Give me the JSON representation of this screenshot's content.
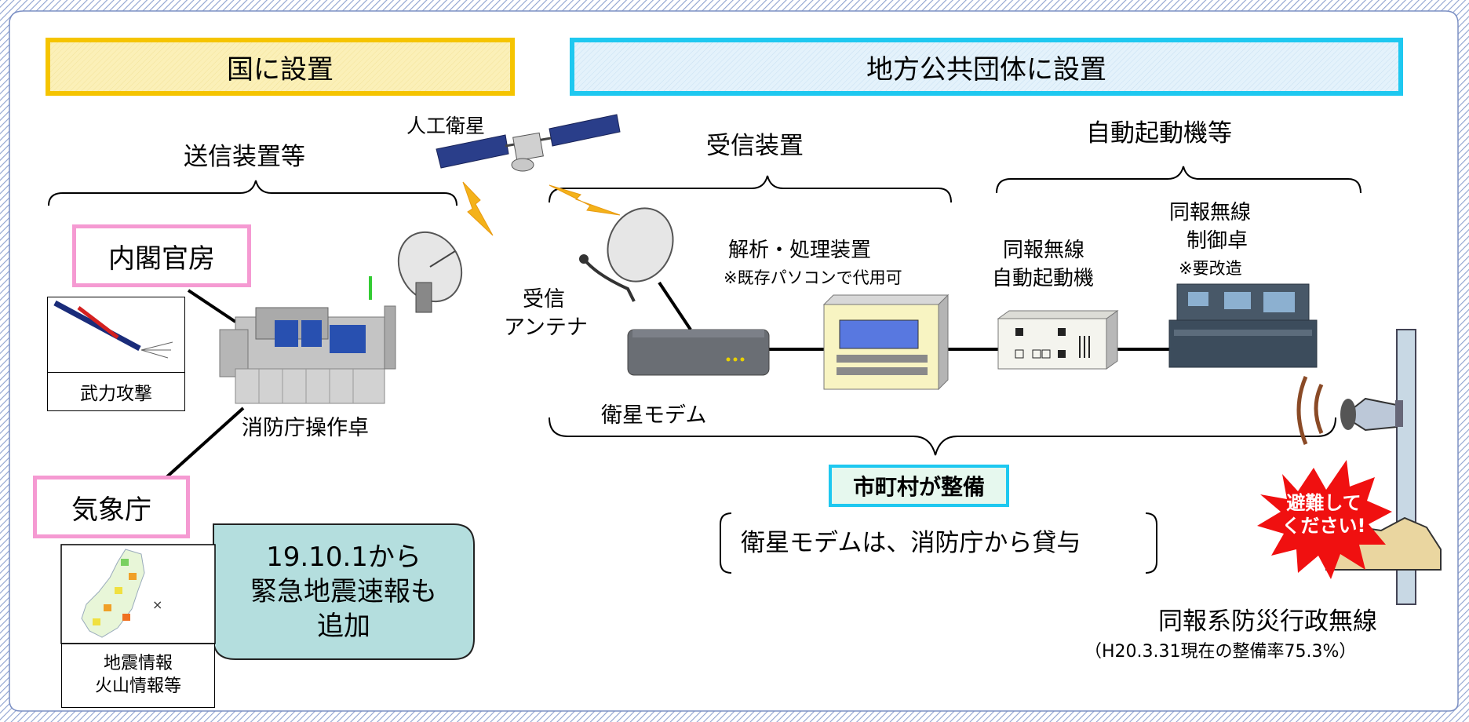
{
  "headers": {
    "national": "国に設置",
    "local": "地方公共団体に設置"
  },
  "groups": {
    "transmit": "送信装置等",
    "receive": "受信装置",
    "auto": "自動起動機等"
  },
  "labels": {
    "satellite": "人工衛星",
    "cabinet": "内閣官房",
    "armed_attack": "武力攻撃",
    "console": "消防庁操作卓",
    "jma": "気象庁",
    "quake_info_1": "地震情報",
    "quake_info_2": "火山情報等",
    "antenna_1": "受信",
    "antenna_2": "アンテナ",
    "analyzer_1": "解析・処理装置",
    "analyzer_2": "※既存パソコンで代用可",
    "auto_start_1": "同報無線",
    "auto_start_2": "自動起動機",
    "control_1": "同報無線",
    "control_2": "制御卓",
    "control_3": "※要改造",
    "modem": "衛星モデム",
    "municipality": "市町村が整備",
    "loan": "衛星モデムは、消防庁から貸与",
    "evac_1": "避難して",
    "evac_2": "ください!",
    "bousai": "同報系防災行政無線",
    "rate": "（H20.3.31現在の整備率75.3%）"
  },
  "callout": {
    "line1": "19.10.1から",
    "line2": "緊急地震速報も",
    "line3": "追加"
  },
  "colors": {
    "national_border": "#f5c400",
    "national_fill": "#fbf0b8",
    "local_border": "#1ec8f0",
    "local_fill": "#dceefa",
    "pink_border": "#f59ad2",
    "callout_fill": "#b4dede",
    "municipality_border": "#1ec8f0",
    "municipality_fill": "#e6f8ee",
    "burst": "#f01010",
    "frame_border": "#8ea2d0"
  }
}
